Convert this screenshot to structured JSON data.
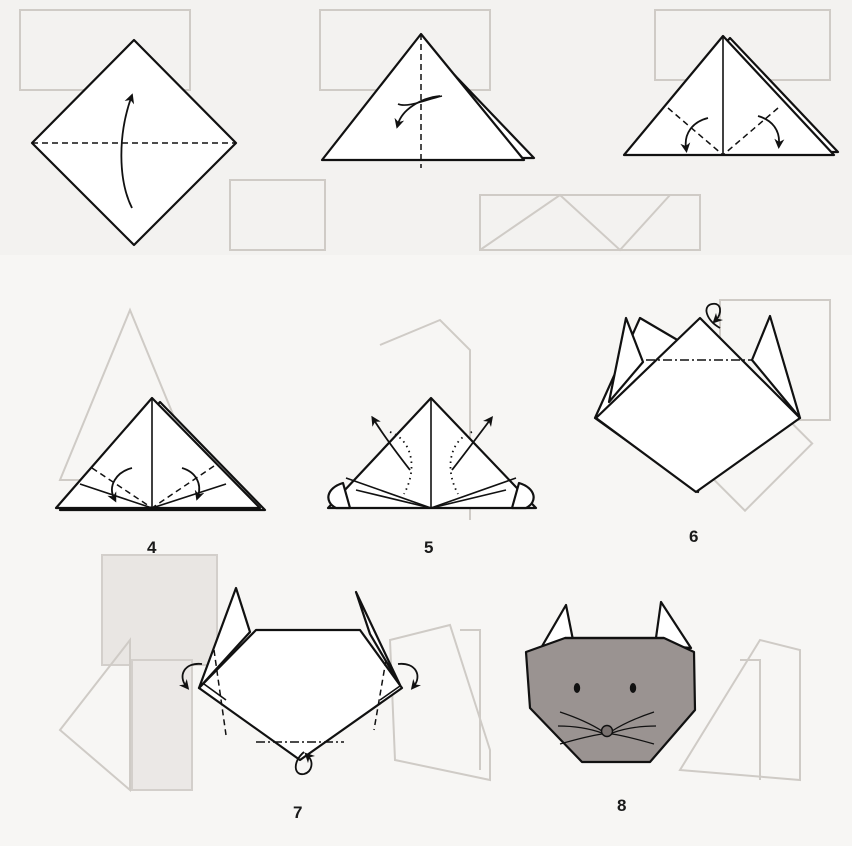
{
  "steps": [
    {
      "id": 1,
      "label": ""
    },
    {
      "id": 2,
      "label": ""
    },
    {
      "id": 3,
      "label": ""
    },
    {
      "id": 4,
      "label": "4"
    },
    {
      "id": 5,
      "label": "5"
    },
    {
      "id": 6,
      "label": "6"
    },
    {
      "id": 7,
      "label": "7"
    },
    {
      "id": 8,
      "label": "8"
    }
  ],
  "colors": {
    "paper": "#ffffff",
    "line": "#111111",
    "face_fill": "#9a9391",
    "nose": "#7a7270",
    "faded_background": "#cfcbc6"
  }
}
